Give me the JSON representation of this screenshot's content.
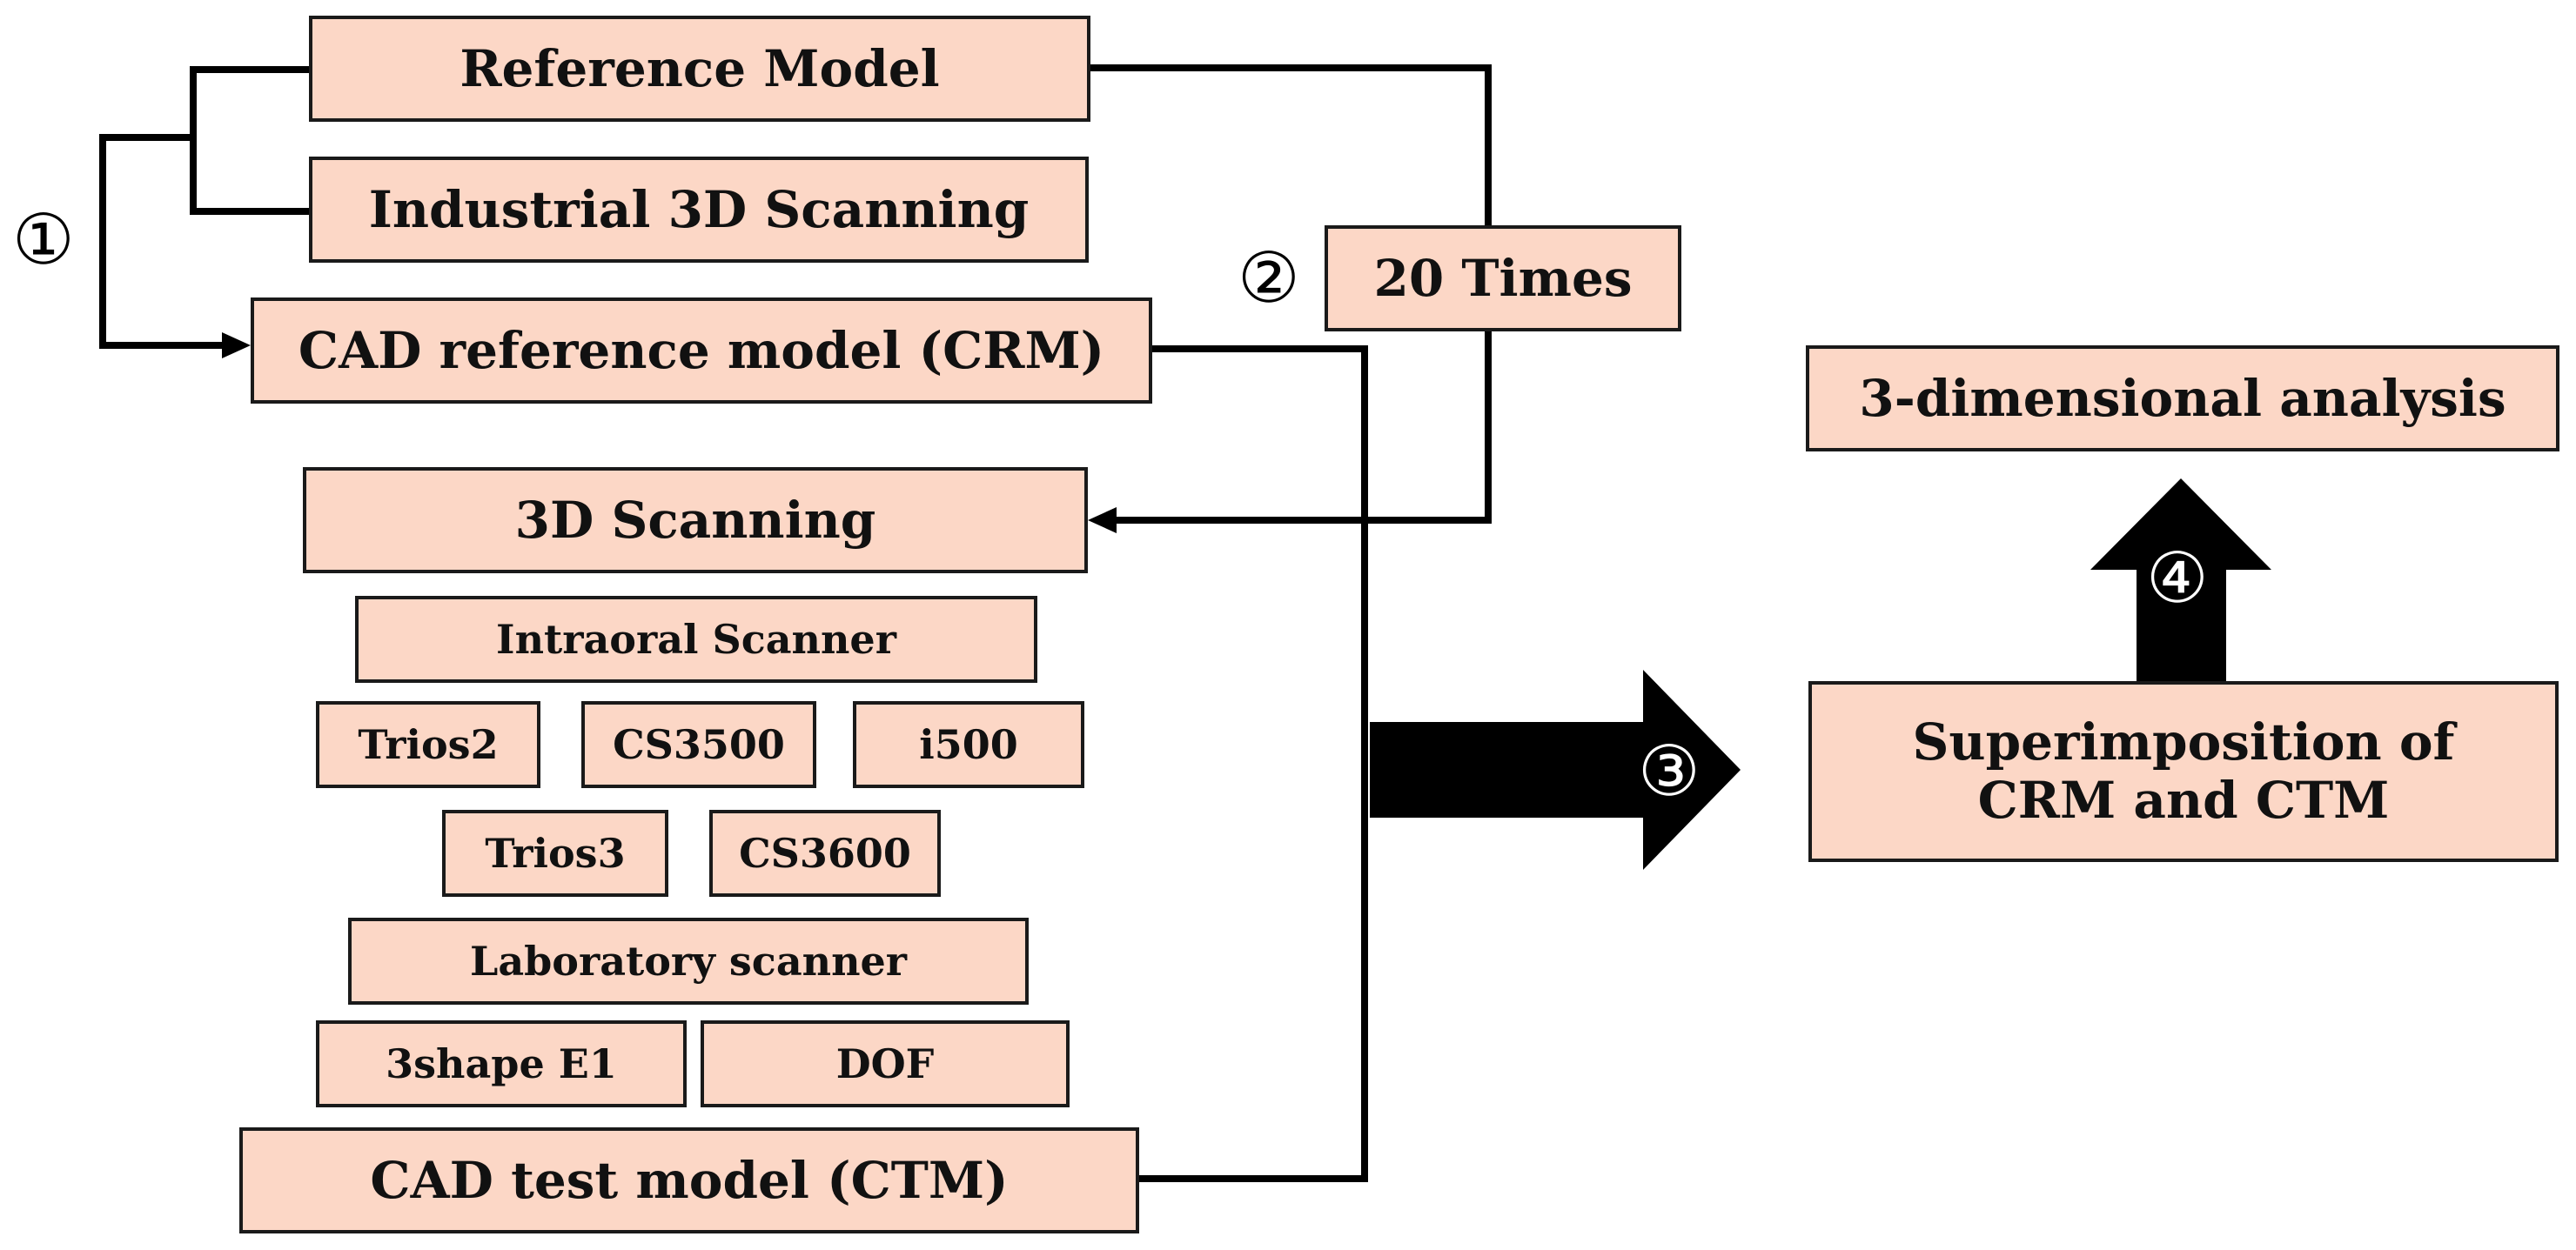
{
  "colors": {
    "box_fill": "#fcd7c6",
    "box_border": "#1a1a1a",
    "line": "#000000",
    "arrow_fill": "#000000",
    "marker_on_arrow": "#ffffff"
  },
  "boxes": {
    "reference_model": "Reference Model",
    "industrial_scanning": "Industrial 3D Scanning",
    "cad_reference_model": "CAD reference model (CRM)",
    "twenty_times": "20 Times",
    "scanning_3d": "3D Scanning",
    "intraoral_scanner": "Intraoral Scanner",
    "trios2": "Trios2",
    "cs3500": "CS3500",
    "i500": "i500",
    "trios3": "Trios3",
    "cs3600": "CS3600",
    "laboratory_scanner": "Laboratory scanner",
    "shape_e1": "3shape E1",
    "dof": "DOF",
    "cad_test_model": "CAD test model (CTM)",
    "analysis_3d": "3-dimensional analysis",
    "superimposition_line1": "Superimposition of",
    "superimposition_line2": "CRM and CTM"
  },
  "step_markers": {
    "step1": "①",
    "step2": "②",
    "step3": "③",
    "step4": "④"
  }
}
